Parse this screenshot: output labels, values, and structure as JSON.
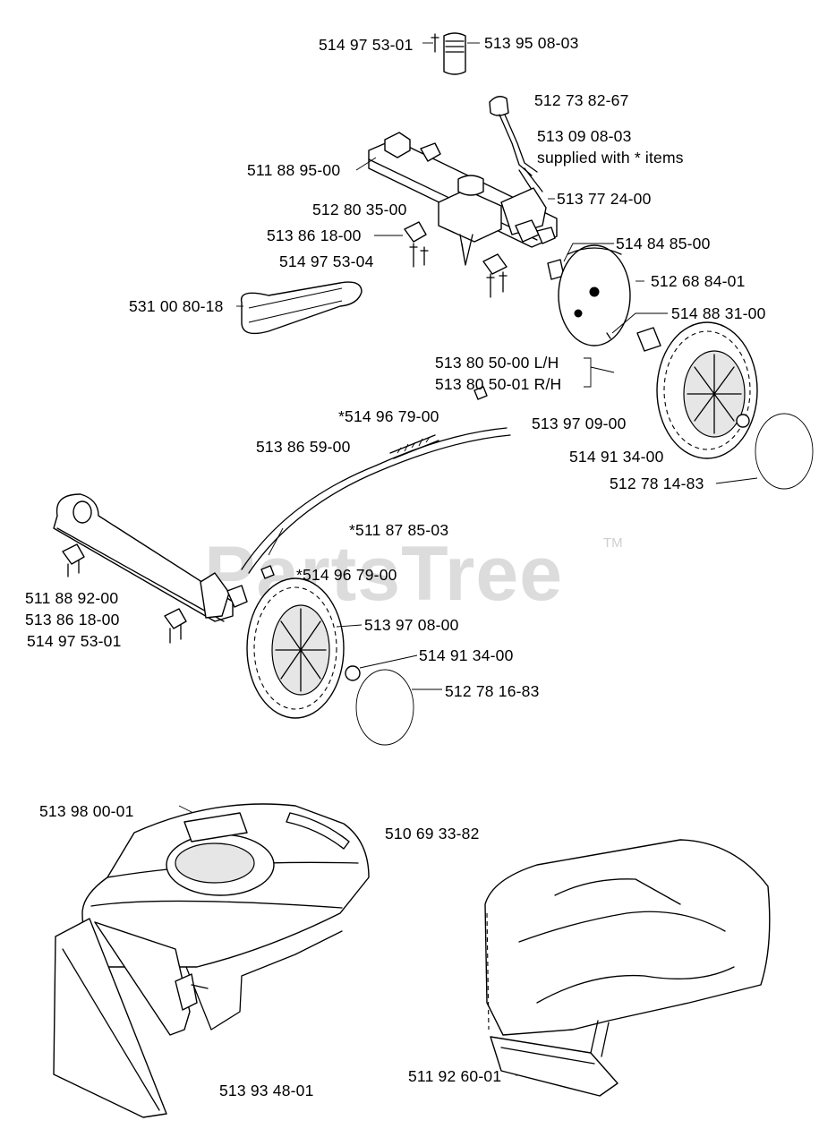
{
  "watermark": {
    "text": "PartsTree",
    "trademark": "TM"
  },
  "labels": {
    "p01": "514 97 53-01",
    "p02": "513 95 08-03",
    "p03": "512 73 82-67",
    "p04": "513 09 08-03",
    "p05": "supplied with * items",
    "p06": "511 88 95-00",
    "p07": "513 77 24-00",
    "p08": "512 80 35-00",
    "p09": "513 86 18-00",
    "p10": "514 84 85-00",
    "p11": "514 97 53-04",
    "p12": "512 68 84-01",
    "p13": "531 00 80-18",
    "p14": "514 88 31-00",
    "p15": "513 80 50-00 L/H",
    "p16": "513 80 50-01 R/H",
    "p17": "*514 96 79-00",
    "p18": "513 97 09-00",
    "p19": "513 86 59-00",
    "p20": "514 91 34-00",
    "p21": "512 78 14-83",
    "p22": "*511 87 85-03",
    "p23": "*514 96 79-00",
    "p24": "511 88 92-00",
    "p25": "513 86 18-00",
    "p26": "513 97  08-00",
    "p27": "514 97 53-01",
    "p28": "514 91 34-00",
    "p29": "512 78 16-83",
    "p30": "513 98 00-01",
    "p31": "510 69 33-82",
    "p32": "513 93 48-01",
    "p33": "511 92 60-01"
  }
}
